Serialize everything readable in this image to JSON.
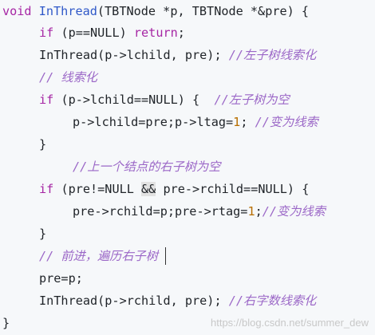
{
  "colors": {
    "background": "#f6f8fa",
    "keyword": "#a626a4",
    "function_name": "#2f58c8",
    "comment": "#9b67c7",
    "number": "#b86e00",
    "plain": "#1f2328"
  },
  "lines": [
    {
      "indent": 0,
      "tokens": [
        {
          "t": "void",
          "c": "kw"
        },
        {
          "t": " "
        },
        {
          "t": "InThread",
          "c": "fn"
        },
        {
          "t": "(TBTNode *p, TBTNode *&pre) {"
        }
      ]
    },
    {
      "indent": 1,
      "tokens": [
        {
          "t": "if",
          "c": "kw"
        },
        {
          "t": " (p==NULL) "
        },
        {
          "t": "return",
          "c": "kw"
        },
        {
          "t": ";"
        }
      ]
    },
    {
      "indent": 1,
      "tokens": [
        {
          "t": "InThread(p->lchild, pre); "
        },
        {
          "t": "//左子树线索化",
          "c": "cm"
        }
      ]
    },
    {
      "indent": 1,
      "tokens": [
        {
          "t": "// 线索化",
          "c": "cm"
        }
      ]
    },
    {
      "indent": 1,
      "tokens": [
        {
          "t": "if",
          "c": "kw"
        },
        {
          "t": " (p->lchild==NULL) {  "
        },
        {
          "t": "//左子树为空",
          "c": "cm"
        }
      ]
    },
    {
      "indent": 2,
      "tokens": [
        {
          "t": "p->lchild=pre;p->ltag="
        },
        {
          "t": "1",
          "c": "num"
        },
        {
          "t": "; "
        },
        {
          "t": "//变为线索",
          "c": "cm"
        }
      ]
    },
    {
      "indent": 1,
      "tokens": [
        {
          "t": "}"
        }
      ]
    },
    {
      "indent": 2,
      "tokens": [
        {
          "t": "//上一个结点的右子树为空",
          "c": "cm"
        }
      ]
    },
    {
      "indent": 1,
      "tokens": [
        {
          "t": "if",
          "c": "kw"
        },
        {
          "t": " (pre!=NULL "
        },
        {
          "t": "&&",
          "c": "hl"
        },
        {
          "t": " pre->rchild==NULL) {"
        }
      ]
    },
    {
      "indent": 2,
      "tokens": [
        {
          "t": "pre->rchild=p;pre->rtag="
        },
        {
          "t": "1",
          "c": "num"
        },
        {
          "t": ";"
        },
        {
          "t": "//变为线索",
          "c": "cm"
        }
      ]
    },
    {
      "indent": 1,
      "tokens": [
        {
          "t": "}"
        }
      ]
    },
    {
      "indent": 1,
      "tokens": [
        {
          "t": "// 前进，遍历右子树",
          "c": "cm"
        }
      ]
    },
    {
      "indent": 1,
      "tokens": [
        {
          "t": "pre=p;"
        }
      ]
    },
    {
      "indent": 1,
      "tokens": [
        {
          "t": "InThread(p->rchild, pre); "
        },
        {
          "t": "//右字数线索化",
          "c": "cm"
        }
      ]
    },
    {
      "indent": 0,
      "tokens": [
        {
          "t": "}"
        }
      ]
    }
  ],
  "watermark": "https://blog.csdn.net/summer_dew"
}
